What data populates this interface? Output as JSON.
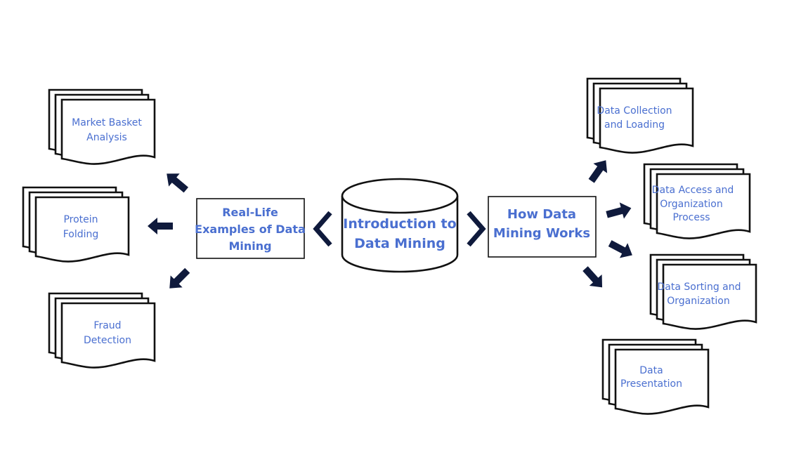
{
  "center": {
    "line1": "Introduction to",
    "line2": "Data Mining"
  },
  "left_box": {
    "line1": "Real-Life",
    "line2": "Examples of Data",
    "line3": "Mining"
  },
  "right_box": {
    "line1": "How Data",
    "line2": "Mining Works"
  },
  "examples": [
    {
      "line1": "Market Basket",
      "line2": "Analysis"
    },
    {
      "line1": "Protein",
      "line2": "Folding"
    },
    {
      "line1": "Fraud",
      "line2": "Detection"
    }
  ],
  "steps": [
    {
      "line1": "Data Collection",
      "line2": "and Loading",
      "line3": ""
    },
    {
      "line1": "Data Access and",
      "line2": "Organization",
      "line3": "Process"
    },
    {
      "line1": "Data Sorting and",
      "line2": "Organization",
      "line3": ""
    },
    {
      "line1": "Data",
      "line2": "Presentation",
      "line3": ""
    }
  ],
  "colors": {
    "text": "#4a6fd0",
    "arrow": "#0f1a3c",
    "stroke": "#111111"
  }
}
